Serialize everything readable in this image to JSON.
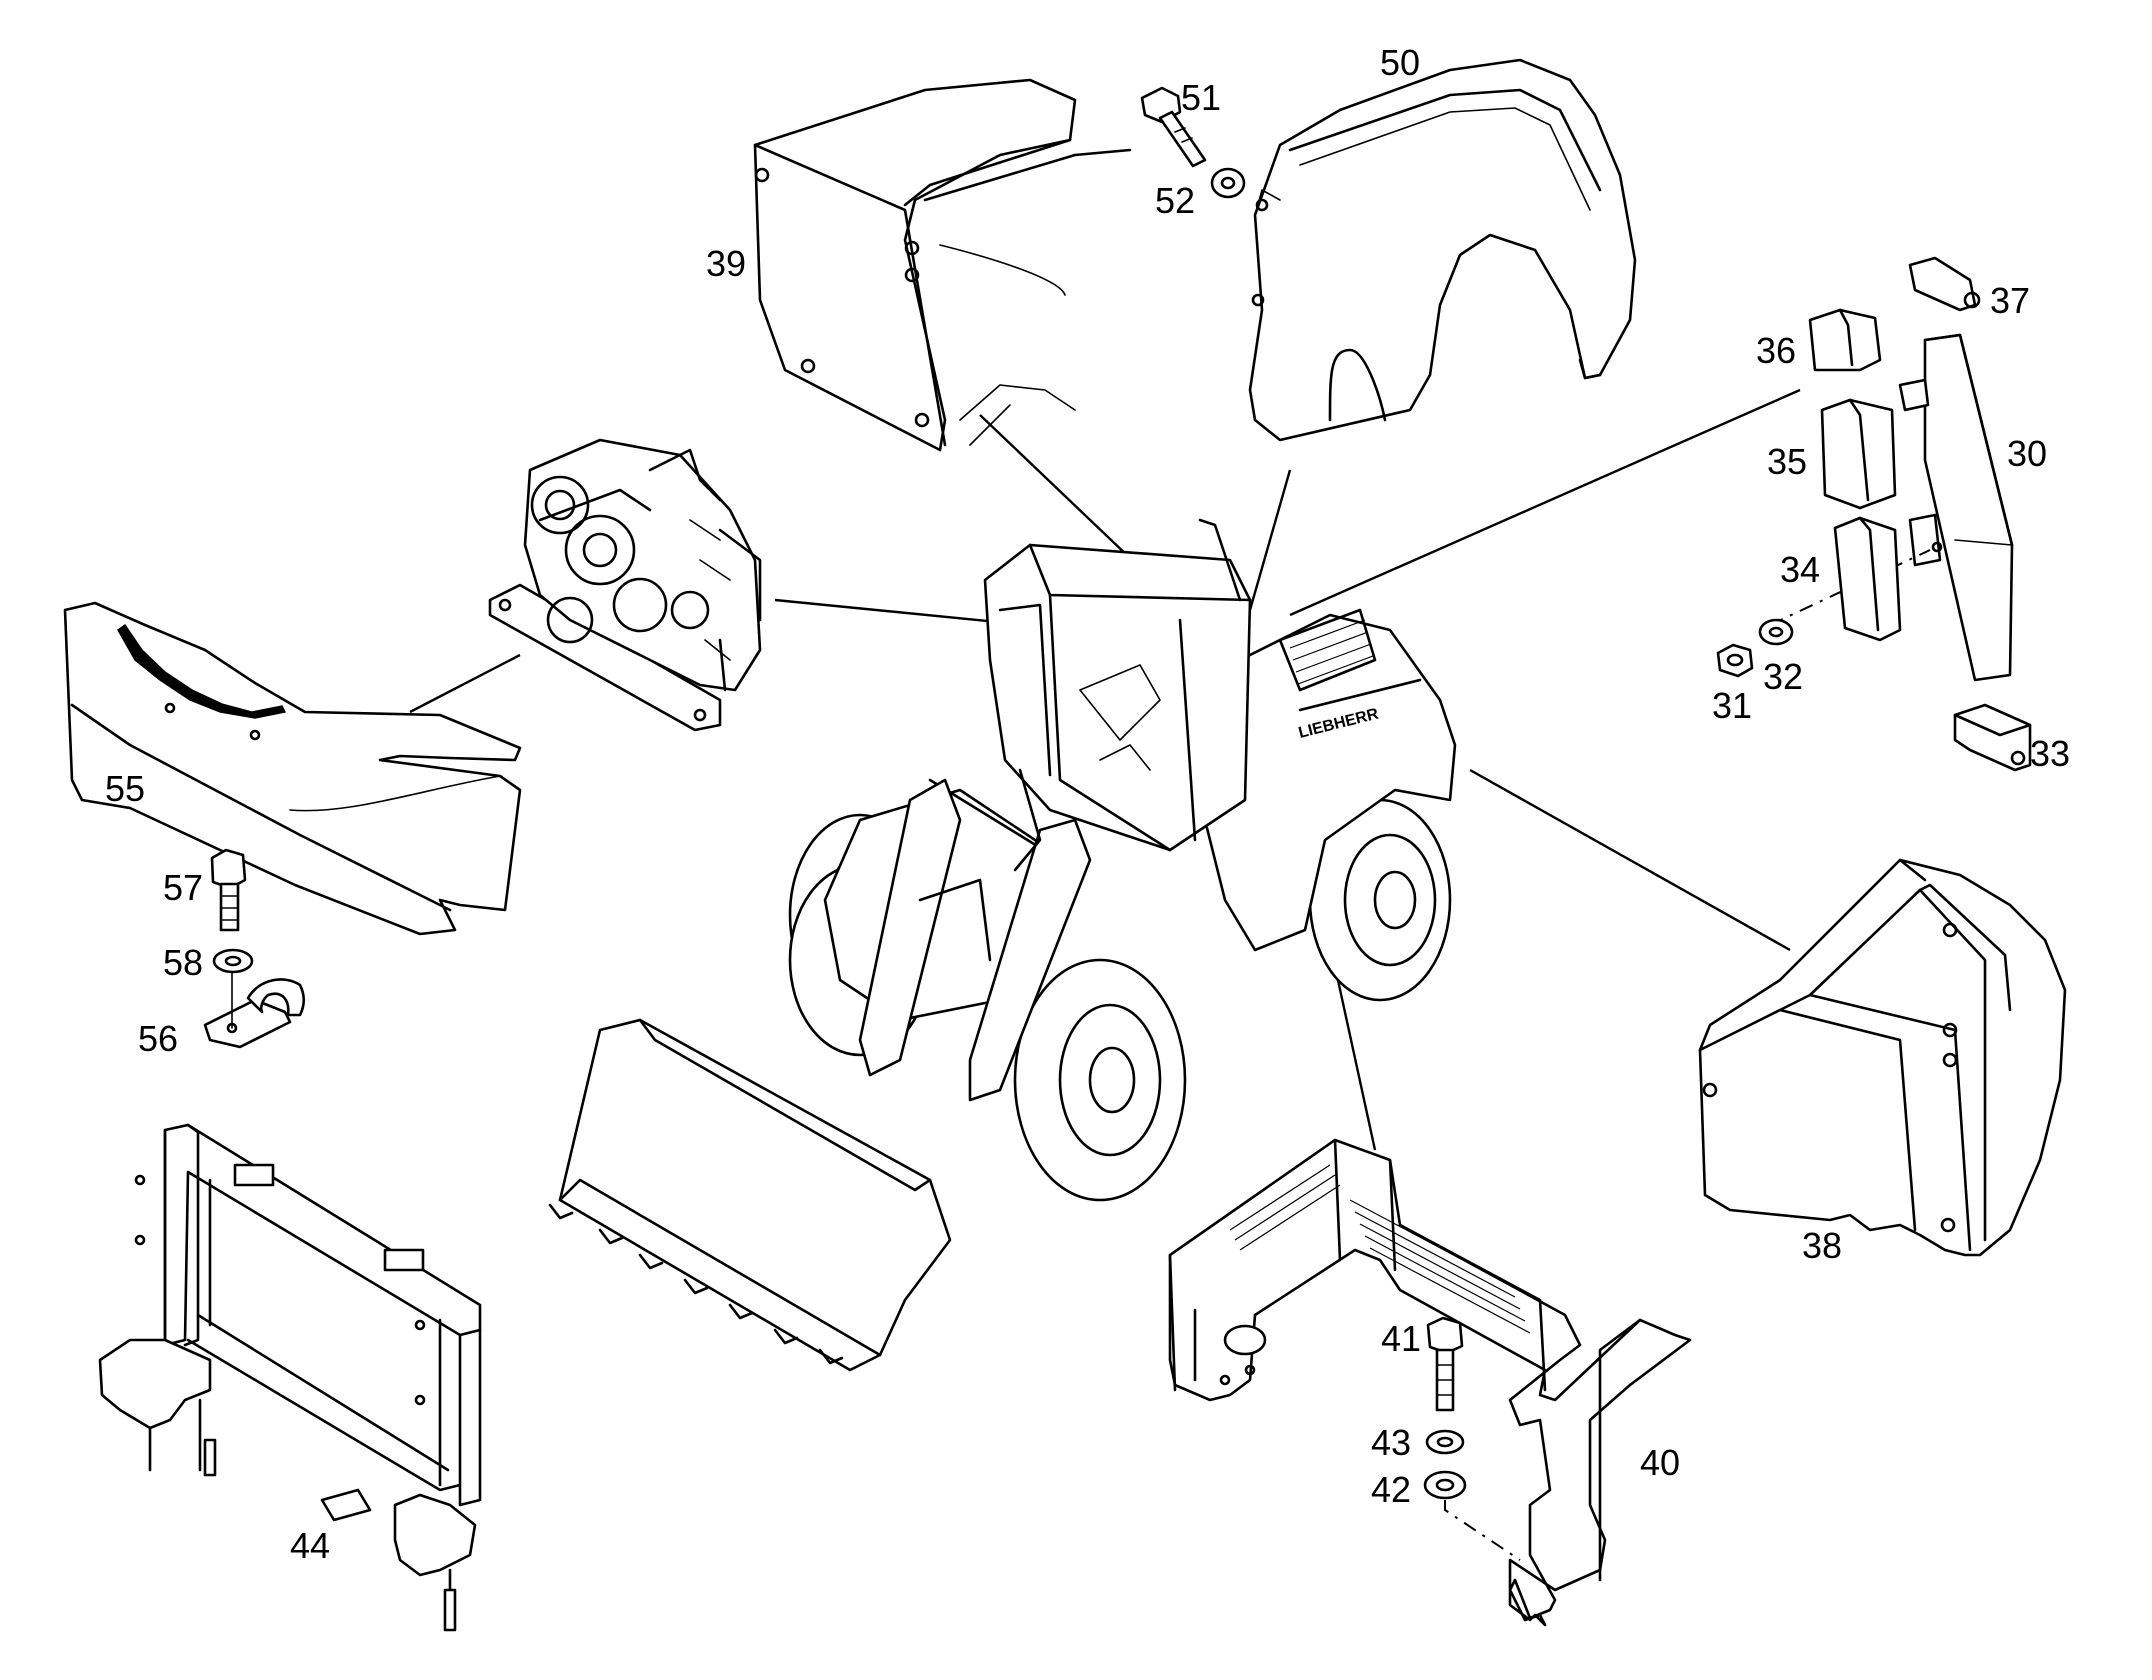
{
  "part_numbers": [
    "30",
    "31",
    "32",
    "33",
    "34",
    "35",
    "36",
    "37",
    "38",
    "39",
    "40",
    "41",
    "42",
    "43",
    "44",
    "50",
    "51",
    "52",
    "55",
    "56",
    "57",
    "58"
  ],
  "machine_brand": "LIEBHERR",
  "line_color": "#000000",
  "background_color": "#ffffff"
}
